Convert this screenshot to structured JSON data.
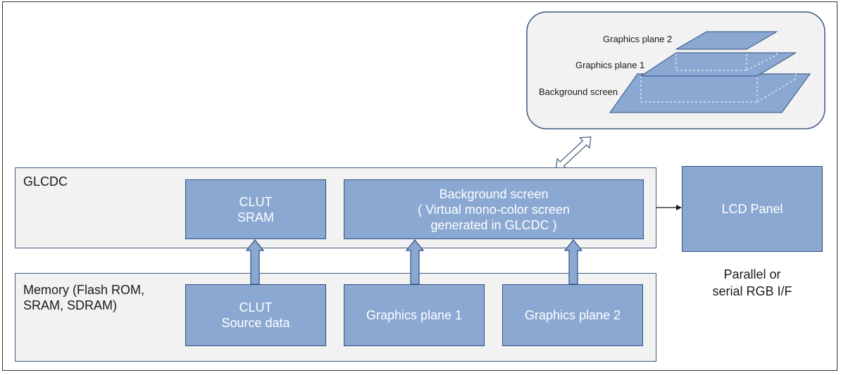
{
  "glcdc": {
    "label": "GLCDC",
    "clut_sram": [
      "CLUT",
      "SRAM"
    ],
    "background": [
      "Background screen",
      "( Virtual mono-color screen",
      "generated in GLCDC )"
    ]
  },
  "memory": {
    "label": [
      "Memory (Flash ROM,",
      "SRAM, SDRAM)"
    ],
    "clut_source": [
      "CLUT",
      "Source data"
    ],
    "plane1": "Graphics plane 1",
    "plane2": "Graphics plane 2"
  },
  "lcd": {
    "label": "LCD Panel",
    "interface": [
      "Parallel or",
      "serial RGB I/F"
    ]
  },
  "layers": {
    "plane2": "Graphics plane 2",
    "plane1": "Graphics plane 1",
    "background": "Background screen"
  },
  "colors": {
    "box_fill": "#8aa8d2",
    "box_border": "#2f4f7f",
    "group_fill": "#f2f2f2"
  }
}
